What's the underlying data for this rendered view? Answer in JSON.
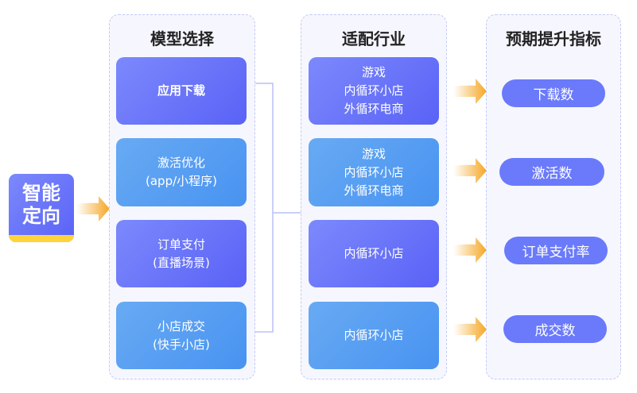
{
  "start": {
    "label_line1": "智能",
    "label_line2": "定向"
  },
  "columns": [
    {
      "title": "模型选择",
      "items": [
        "应用下载",
        "激活优化\n(app/小程序)",
        "订单支付\n(直播场景)",
        "小店成交\n(快手小店)"
      ]
    },
    {
      "title": "适配行业",
      "items": [
        "游戏\n内循环小店\n外循环电商",
        "游戏\n内循环小店\n外循环电商",
        "内循环小店",
        "内循环小店"
      ]
    },
    {
      "title": "预期提升指标",
      "items": [
        "下载数",
        "激活数",
        "订单支付率",
        "成交数"
      ]
    }
  ],
  "colors": {
    "purple": "#6a7afb",
    "blue": "#4a95f0",
    "accent_yellow": "#ffd43b",
    "arrow_orange": "#f5a623"
  }
}
